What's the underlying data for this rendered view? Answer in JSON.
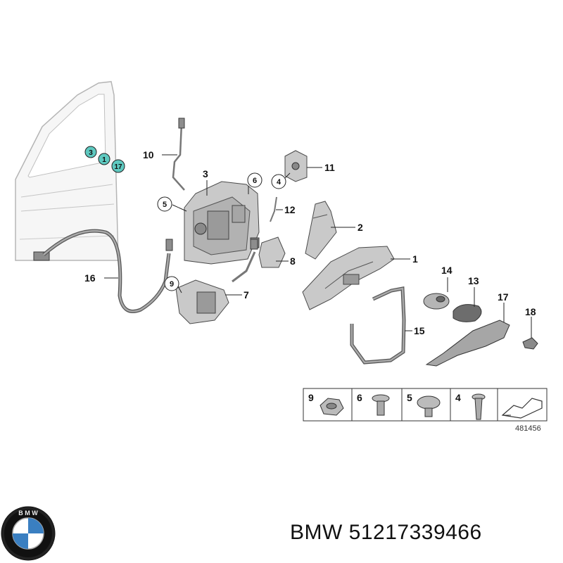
{
  "callouts": [
    {
      "num": "1"
    },
    {
      "num": "2"
    },
    {
      "num": "3"
    },
    {
      "num": "7"
    },
    {
      "num": "8"
    },
    {
      "num": "10"
    },
    {
      "num": "11"
    },
    {
      "num": "12"
    },
    {
      "num": "13"
    },
    {
      "num": "14"
    },
    {
      "num": "15"
    },
    {
      "num": "16"
    },
    {
      "num": "17"
    },
    {
      "num": "18"
    }
  ],
  "circled_callouts": [
    {
      "num": "4"
    },
    {
      "num": "5"
    },
    {
      "num": "6"
    },
    {
      "num": "9"
    }
  ],
  "door_tags": [
    {
      "num": "3"
    },
    {
      "num": "1"
    },
    {
      "num": "17"
    }
  ],
  "fasteners_table": {
    "cells": [
      {
        "num": "9"
      },
      {
        "num": "6"
      },
      {
        "num": "5"
      },
      {
        "num": "4"
      }
    ],
    "ref_number": "481456"
  },
  "footer": {
    "brand": "BMW",
    "part_number": "51217339466",
    "text": "BMW 51217339466"
  },
  "colors": {
    "tag_fill": "#5ec9c0",
    "part_gray": "#c9c9c9",
    "line": "#222222"
  }
}
